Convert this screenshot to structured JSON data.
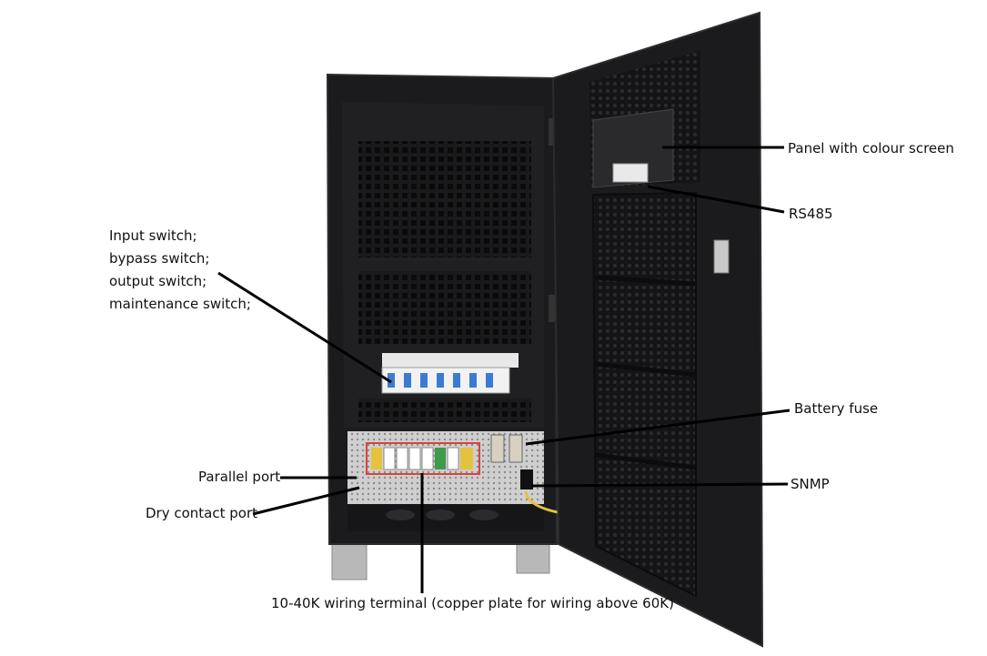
{
  "labels": {
    "switches": [
      "Input switch;",
      "bypass switch;",
      "output switch;",
      "maintenance switch;"
    ],
    "parallel_port": "Parallel port",
    "dry_contact_port": "Dry contact port",
    "wiring_terminal": "10-40K wiring terminal (copper plate for wiring above 60K)",
    "panel": "Panel with colour screen",
    "rs485": "RS485",
    "battery_fuse": "Battery fuse",
    "snmp": "SNMP"
  },
  "colors": {
    "cabinet": "#1b1b1d",
    "cabinet_edge": "#2c2c30",
    "terminal_red": "#d9443a",
    "terminal_green": "#3f9b4a",
    "terminal_yellow": "#e4c23c",
    "breaker_blue": "#3a7bd5",
    "leg": "#b8b8b8"
  }
}
